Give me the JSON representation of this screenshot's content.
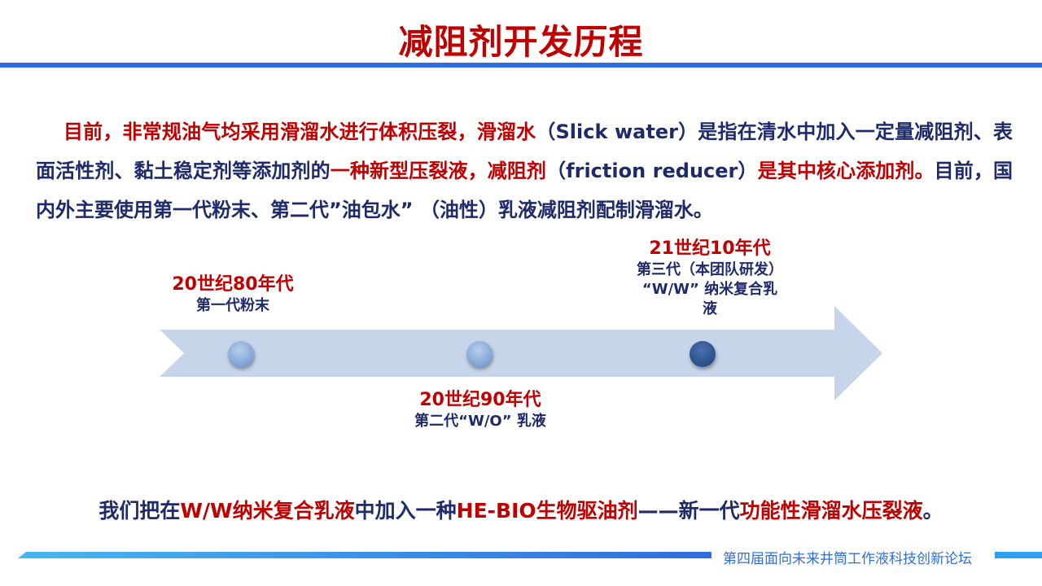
{
  "title": "减阻剂开发历程",
  "intro": {
    "p1": "目前，非常规油气均采用滑溜水进行体积压裂，滑溜水",
    "p2": "（Slick water）是指在清水中加入一定量减阻剂、表面活性剂、黏土稳定剂等添加剂的",
    "p3": "一种新型压裂液，减阻剂",
    "p4": "（friction reducer）",
    "p5": "是其中核心添加剂。",
    "p6": "目前，国内外主要使用第一代粉末、第二代”油包水” （油性）乳液减阻剂配制滑溜水。"
  },
  "timeline": {
    "items": [
      {
        "era": "20世纪80年代",
        "desc": "第一代粉末"
      },
      {
        "era": "20世纪90年代",
        "desc": "第二代“W/O” 乳液"
      },
      {
        "era": "21世纪10年代",
        "desc_line1": "第三代（本团队研发）",
        "desc_line2": "“W/W” 纳米复合乳",
        "desc_line3": "液"
      }
    ],
    "colors": {
      "arrow": "#c6d5ea",
      "dot_light": "#7ea2d6",
      "dot_dark": "#2a4f88"
    }
  },
  "summary": {
    "s1": "我们把在",
    "s2": "W/W纳米复合乳液",
    "s3": "中加入一种",
    "s4": "HE-BIO生物驱油剂",
    "s5": "——新一代",
    "s6": "功能性滑溜水压裂液",
    "s7": "。"
  },
  "footer": {
    "text": "第四届面向未来井筒工作液科技创新论坛"
  },
  "colors": {
    "accent_red": "#c00000",
    "text_navy": "#1f2a6b",
    "brand_blue": "#2e6de0"
  }
}
